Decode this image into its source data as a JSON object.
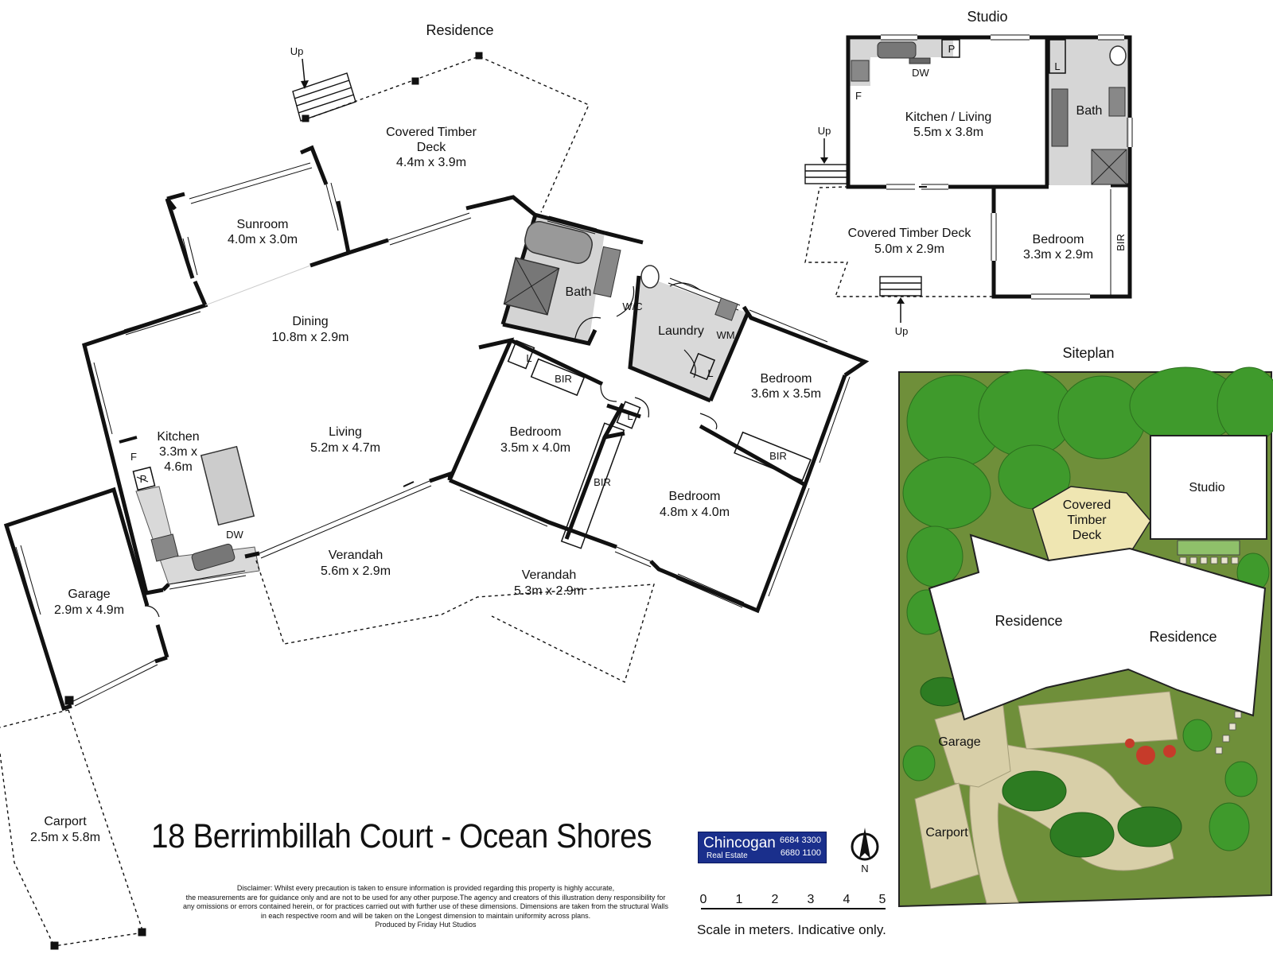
{
  "headings": {
    "residence": "Residence",
    "studio": "Studio",
    "siteplan": "Siteplan"
  },
  "rooms": {
    "covered_deck": {
      "name": "Covered Timber",
      "name2": "Deck",
      "dims": "4.4m x 3.9m"
    },
    "sunroom": {
      "name": "Sunroom",
      "dims": "4.0m x 3.0m"
    },
    "dining": {
      "name": "Dining",
      "dims": "10.8m x 2.9m"
    },
    "living": {
      "name": "Living",
      "dims": "5.2m x 4.7m"
    },
    "kitchen": {
      "name": "Kitchen",
      "dims1": "3.3m x",
      "dims2": "4.6m"
    },
    "bath": {
      "name": "Bath"
    },
    "wc": {
      "name": "W/C"
    },
    "laundry": {
      "name": "Laundry"
    },
    "bed1": {
      "name": "Bedroom",
      "dims": "3.5m x 4.0m"
    },
    "bed2": {
      "name": "Bedroom",
      "dims": "3.6m x 3.5m"
    },
    "bed3": {
      "name": "Bedroom",
      "dims": "4.8m x 4.0m"
    },
    "verandah1": {
      "name": "Verandah",
      "dims": "5.6m x 2.9m"
    },
    "verandah2": {
      "name": "Verandah",
      "dims": "5.3m x 2.9m"
    },
    "garage": {
      "name": "Garage",
      "dims": "2.9m x 4.9m"
    },
    "carport": {
      "name": "Carport",
      "dims": "2.5m x 5.8m"
    }
  },
  "fixtures": {
    "up": "Up",
    "bir": "BIR",
    "l": "L",
    "wm": "WM",
    "dw": "DW",
    "f": "F",
    "p": "P"
  },
  "studio_rooms": {
    "kitchen_living": {
      "name": "Kitchen / Living",
      "dims": "5.5m x 3.8m"
    },
    "bath": {
      "name": "Bath"
    },
    "deck": {
      "name": "Covered Timber Deck",
      "dims": "5.0m x 2.9m"
    },
    "bedroom": {
      "name": "Bedroom",
      "dims": "3.3m x 2.9m"
    }
  },
  "siteplan_labels": {
    "studio": "Studio",
    "deck1": "Covered",
    "deck2": "Timber",
    "deck3": "Deck",
    "residence": "Residence",
    "garage": "Garage",
    "carport": "Carport"
  },
  "title": "18 Berrimbillah Court - Ocean Shores",
  "logo": {
    "name": "Chincogan",
    "sub": "Real Estate",
    "phone1": "6684 3300",
    "phone2": "6680 1100"
  },
  "north": "N",
  "scale": {
    "ticks": [
      "0",
      "1",
      "2",
      "3",
      "4",
      "5"
    ],
    "note": "Scale in meters. Indicative only."
  },
  "disclaimer": [
    "Disclaimer: Whilst every precaution is taken to ensure information is provided regarding this property is highly accurate,",
    "the measurements are for guidance only and are not to be used for any other purpose.The agency and creators of this illustration deny responsibility for",
    "any omissions or errors contained herein, or for practices carried out with further use of these dimensions. Dimensions are taken from the structural Walls",
    "in each respective room and will be taken on the Longest dimension to maintain uniformity across plans.",
    "Produced by Friday Hut Studios"
  ],
  "colors": {
    "wall": "#111111",
    "wet_area": "#d6d6d6",
    "grass": "#6f8f3a",
    "tree": "#3f9a2c",
    "path": "#d8cfa8"
  }
}
